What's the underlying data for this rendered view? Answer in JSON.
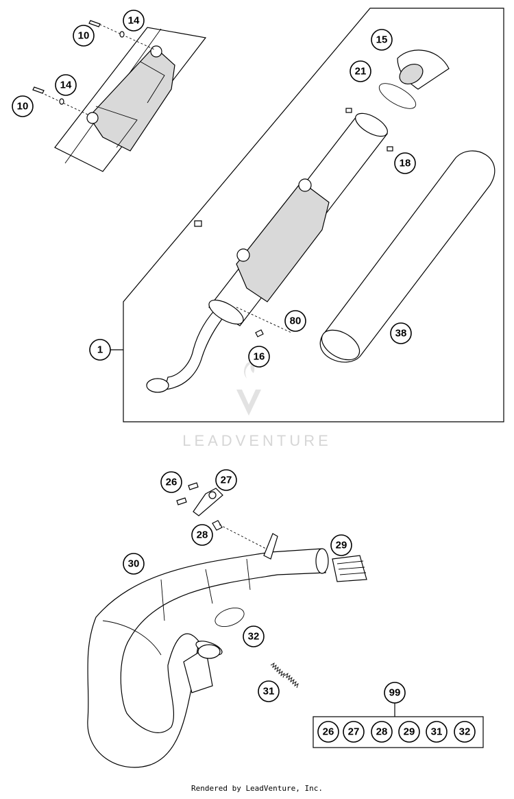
{
  "watermark": {
    "brand": "LEADVENTURE"
  },
  "footer": {
    "text": "Rendered by LeadVenture, Inc."
  },
  "callouts": {
    "c10a": "10",
    "c14a": "14",
    "c10b": "10",
    "c14b": "14",
    "c15": "15",
    "c21": "21",
    "c18": "18",
    "c1": "1",
    "c80": "80",
    "c16": "16",
    "c38": "38",
    "c26": "26",
    "c27": "27",
    "c28": "28",
    "c29": "29",
    "c30": "30",
    "c32": "32",
    "c31": "31",
    "c99": "99"
  },
  "kit": {
    "items": [
      "26",
      "27",
      "28",
      "29",
      "31",
      "32"
    ]
  }
}
